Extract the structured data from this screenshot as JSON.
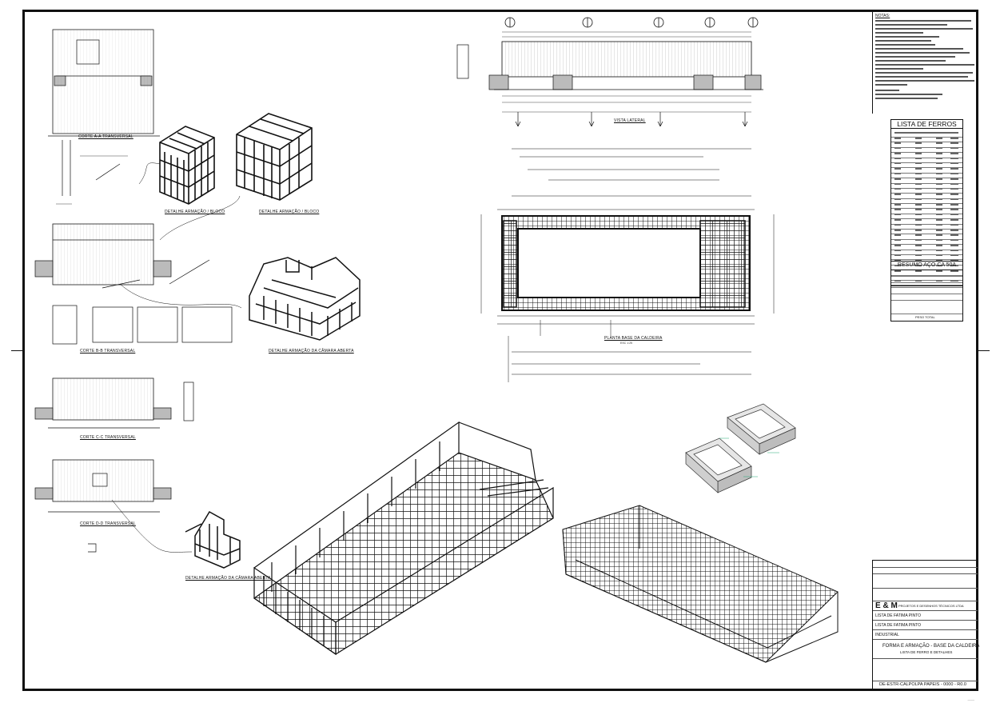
{
  "sheet": {
    "title_primary": "FORMA E ARMAÇÃO - BASE DA CALDEIRA",
    "title_secondary": "LISTA DE FERRO E DETALHES",
    "drawing_number": "DE-ESTR-CALPOLPA PAPEIS - 0000 - R0.0",
    "company_short": "E & M",
    "company_long": "PROJETOS E DESENHOS TÉCNICOS LTDA",
    "client_line_1": "LISTA DE FATIMA PINTO",
    "client_line_2": "LISTA DE FATIMA PINTO",
    "activity": "INDUSTRIAL"
  },
  "views": {
    "corte_a": "CORTE A-A TRANSVERSAL",
    "corte_b": "CORTE B-B TRANSVERSAL",
    "corte_c": "CORTE C-C TRANSVERSAL",
    "corte_d": "CORTE D-D TRANSVERSAL",
    "detalhe_bloco_1": "DETALHE ARMAÇÃO / BLOCO",
    "detalhe_bloco_2": "DETALHE ARMAÇÃO / BLOCO",
    "detalhe_camara_aberta": "DETALHE ARMAÇÃO DA CÂMARA ABERTA",
    "detalhe_camara_aberta_2": "DETALHE ARMAÇÃO DA CÂMARA ABERTA",
    "vista_lateral": "VISTA LATERAL",
    "planta_base": "PLANTA BASE DA CALDEIRA",
    "scale": "ESC 1:25"
  },
  "tables": {
    "notes_title": "NOTAS:",
    "steel_list_title": "LISTA DE FERROS",
    "steel_summary_title": "RESUMO AÇO CA 50A",
    "steel_total_label": "PESO TOTAL"
  }
}
